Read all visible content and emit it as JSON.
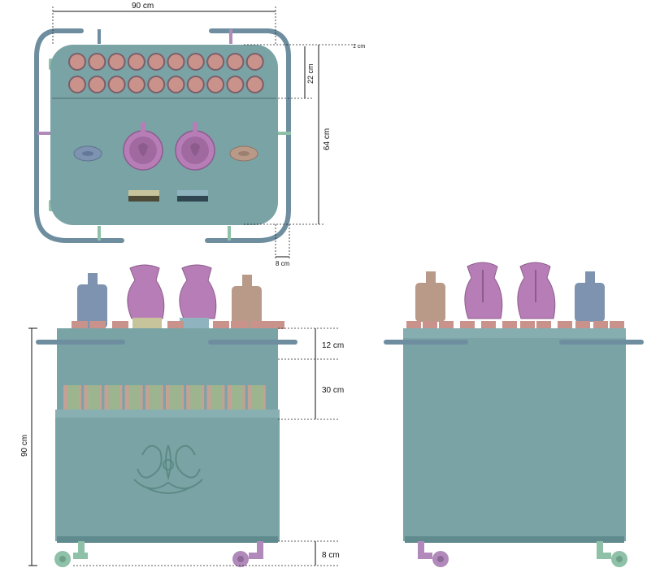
{
  "top_view": {
    "width_label": "90 cm",
    "depth_label": "64 cm",
    "strip_label": "22 cm",
    "gap_label": "1 cm",
    "rail_label": "8 cm"
  },
  "front_view": {
    "height_label": "90 cm",
    "top_label": "12 cm",
    "middle_label": "30 cm",
    "wheel_label": "8 cm"
  },
  "colors": {
    "body": "#7aa3a6",
    "body_dark": "#5f8a8e",
    "rail": "#6e8ea0",
    "cup": "#c9928a",
    "cup_ring": "#7a5f6a",
    "jug": "#b77db7",
    "bottle_blue": "#7d93b0",
    "bottle_tan": "#b99a88",
    "glass_green": "#9cb58f",
    "glass_pink": "#c4a195",
    "wheel": "#8fc0a8",
    "wheel_purple": "#b18abb"
  }
}
